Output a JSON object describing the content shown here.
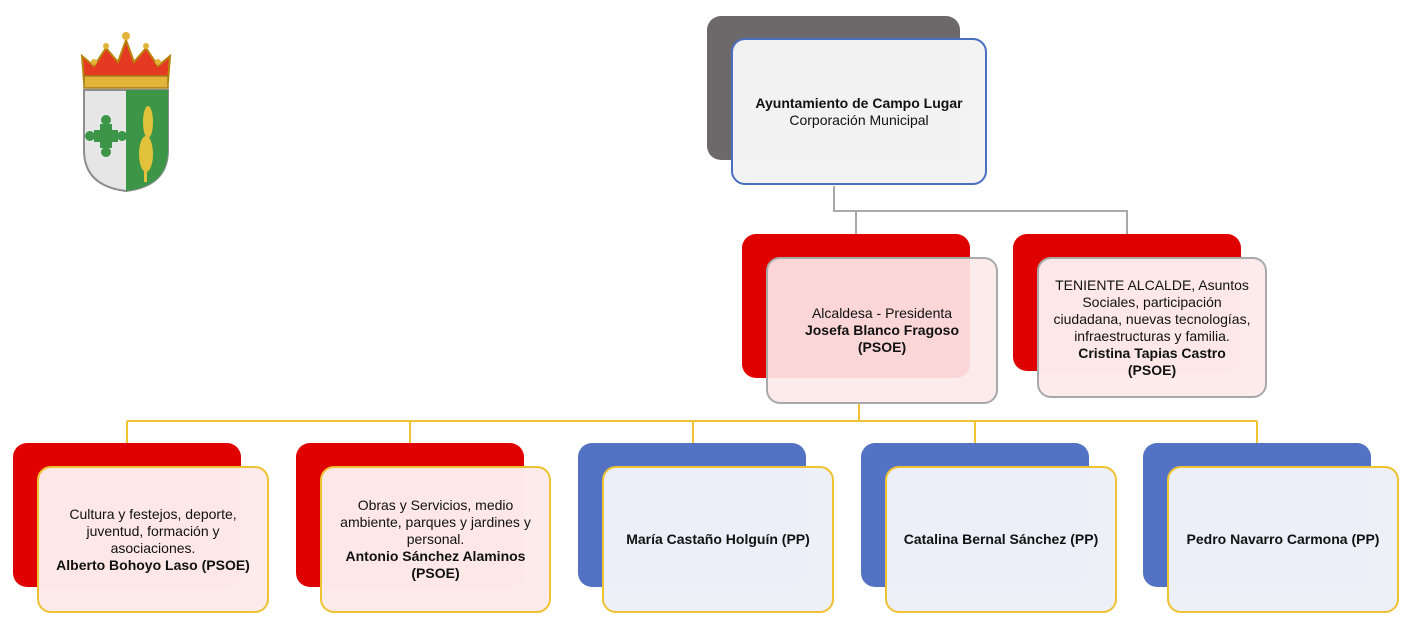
{
  "diagram": {
    "top": {
      "title": "Ayuntamiento de Campo Lugar",
      "subtitle": "Corporación Municipal"
    },
    "alcaldesa": {
      "role": "Alcaldesa - Presidenta",
      "name": "Josefa Blanco Fragoso (PSOE)"
    },
    "teniente": {
      "role": "TENIENTE ALCALDE, Asuntos Sociales, participación ciudadana, nuevas tecnologías, infraestructuras y familia.",
      "name": "Cristina Tapias Castro (PSOE)"
    },
    "concejales": [
      {
        "role": "Cultura y festejos, deporte, juventud, formación y asociaciones.",
        "name": "Alberto Bohoyo Laso (PSOE)",
        "party": "PSOE"
      },
      {
        "role": "Obras y Servicios, medio ambiente, parques y jardines y personal.",
        "name": "Antonio Sánchez Alaminos (PSOE)",
        "party": "PSOE"
      },
      {
        "role": "",
        "name": "María Castaño Holguín (PP)",
        "party": "PP"
      },
      {
        "role": "",
        "name": "Catalina Bernal Sánchez (PP)",
        "party": "PP"
      },
      {
        "role": "",
        "name": "Pedro Navarro Carmona (PP)",
        "party": "PP"
      }
    ]
  },
  "colors": {
    "top_back": "#6d6869",
    "top_border": "#4a6fc0",
    "psoe_red": "#e00000",
    "pp_blue": "#5472c4",
    "gray_line": "#a9a9a9",
    "yellow_line": "#eec232"
  }
}
